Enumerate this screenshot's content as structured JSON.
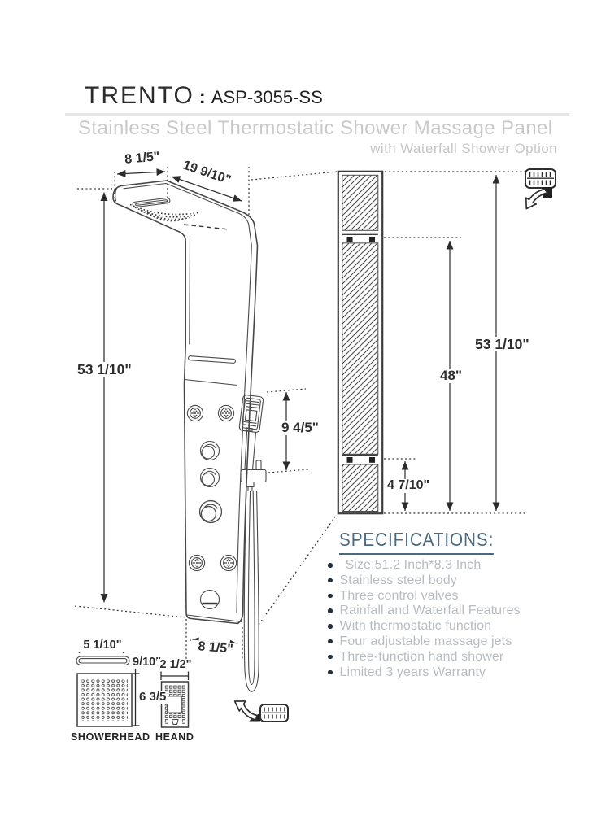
{
  "header": {
    "brand": "TRENTO",
    "separator": ":",
    "model": "ASP-3055-SS",
    "subtitle_line1": "Stainless Steel Thermostatic Shower Massage Panel",
    "subtitle_line2": "with Waterfall Shower Option"
  },
  "diagram": {
    "dimensions": {
      "head_width": "8 1/5\"",
      "head_depth": "19 9/10\"",
      "panel_height": "53 1/10\"",
      "hand_shower_drop": "9 4/5\"",
      "bottom_width": "8 1/5\"",
      "side_height": "53 1/10\"",
      "top_bracket_height": "48\"",
      "bottom_bracket_height": "4 7/10\"",
      "waterfall_slot_width": "5 1/10\"",
      "waterfall_slot_height": "9/10\"",
      "hand_face_width": "2 1/2\"",
      "showerhead_height": "6 3/5"
    },
    "part_labels": {
      "showerhead": "SHOWERHEAD",
      "hand_shower": "HEAND"
    }
  },
  "specifications": {
    "heading": "SPECIFICATIONS:",
    "items": [
      "Size:51.2 Inch*8.3 Inch",
      "Stainless steel body",
      "Three control valves",
      "Rainfall and Waterfall Features",
      "With thermostatic function",
      "Four adjustable massage jets",
      "Three-function hand shower",
      "Limited 3 years Warranty"
    ]
  },
  "colors": {
    "line": "#474747",
    "subtitle": "#c9c9c9",
    "spec_heading": "#4d6b80",
    "spec_text": "#b8bdc2",
    "bullet": "#232f3e"
  }
}
